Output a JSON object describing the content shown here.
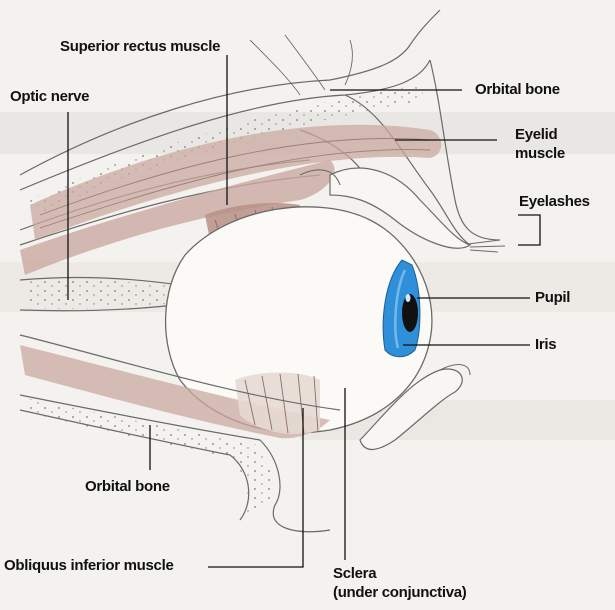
{
  "diagram": {
    "labels": {
      "superior_rectus": "Superior rectus muscle",
      "optic_nerve": "Optic nerve",
      "orbital_bone_top": "Orbital bone",
      "eyelid_muscle_1": "Eyelid",
      "eyelid_muscle_2": "muscle",
      "eyelashes": "Eyelashes",
      "pupil": "Pupil",
      "iris": "Iris",
      "orbital_bone_bottom": "Orbital bone",
      "obliquus_inferior": "Obliquus inferior muscle",
      "sclera_1": "Sclera",
      "sclera_2": "(under conjunctiva)"
    },
    "colors": {
      "background": "#f3f2ee",
      "line": "#6a6a6a",
      "muscle": "#c9a9a0",
      "iris": "#2f8fd8",
      "pupil": "#111111",
      "leader": "#111111"
    }
  }
}
